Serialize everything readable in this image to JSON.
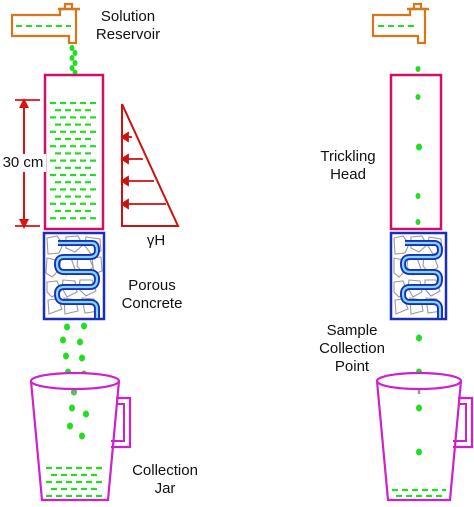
{
  "labels": {
    "solution_reservoir": [
      "Solution",
      "Reservoir"
    ],
    "height": "30 cm",
    "pressure": "γH",
    "porous_concrete": [
      "Porous",
      "Concrete"
    ],
    "collection_jar": [
      "Collection",
      "Jar"
    ],
    "trickling_head": [
      "Trickling",
      "Head"
    ],
    "sample_collection_point": [
      "Sample",
      "Collection",
      "Point"
    ]
  },
  "colors": {
    "tap": "#d4781e",
    "solution": "#22dd22",
    "column": "#cc1166",
    "dimension": "#dd1111",
    "pressure_triangle": "#cc1111",
    "concrete_frame": "#1a2fb8",
    "aggregate": "#9a9a9a",
    "flow_path_outer": "#1a2fb8",
    "flow_path_inner": "#7fd8f5",
    "jar": "#cc22cc",
    "text": "#111111"
  }
}
